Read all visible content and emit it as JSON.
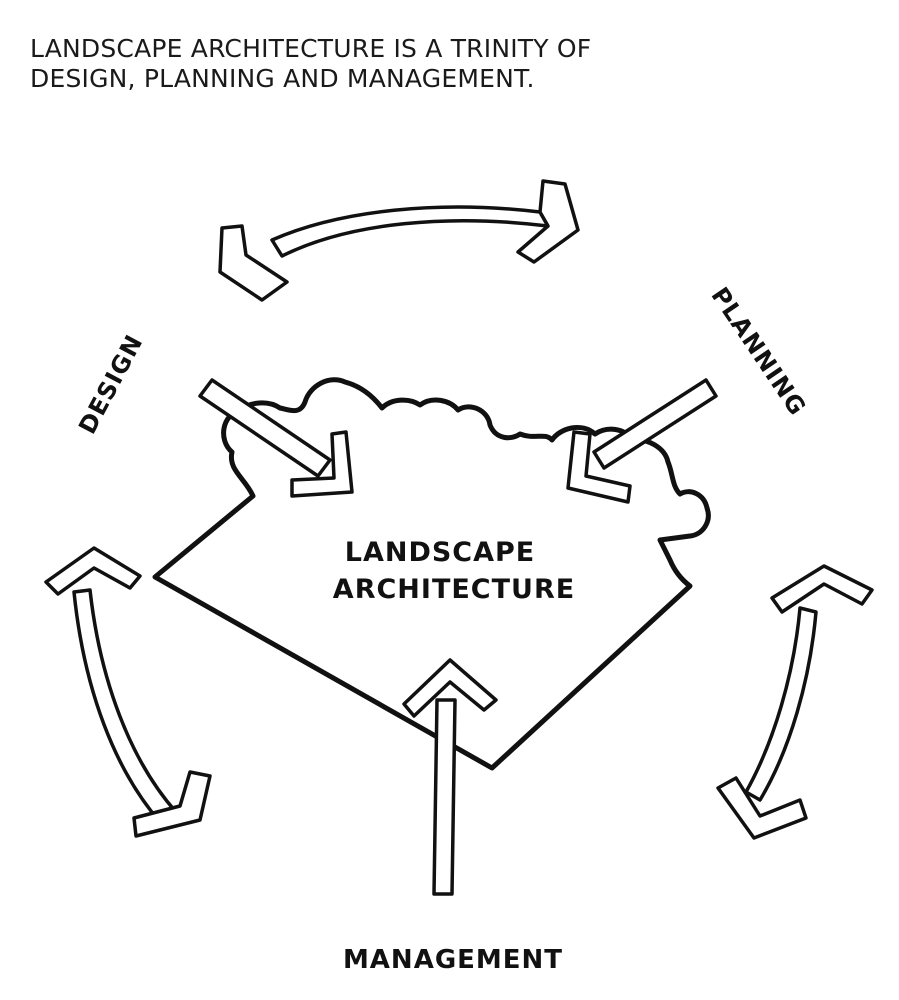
{
  "caption": {
    "line1": "LANDSCAPE ARCHITECTURE IS A TRINITY OF",
    "line2": "DESIGN, PLANNING AND MANAGEMENT."
  },
  "diagram": {
    "center": {
      "line1": "LANDSCAPE",
      "line2": "ARCHITECTURE"
    },
    "nodes": {
      "design": "DESIGN",
      "planning": "PLANNING",
      "management": "MANAGEMENT"
    },
    "colors": {
      "ink": "#111111",
      "paper": "#ffffff"
    }
  }
}
